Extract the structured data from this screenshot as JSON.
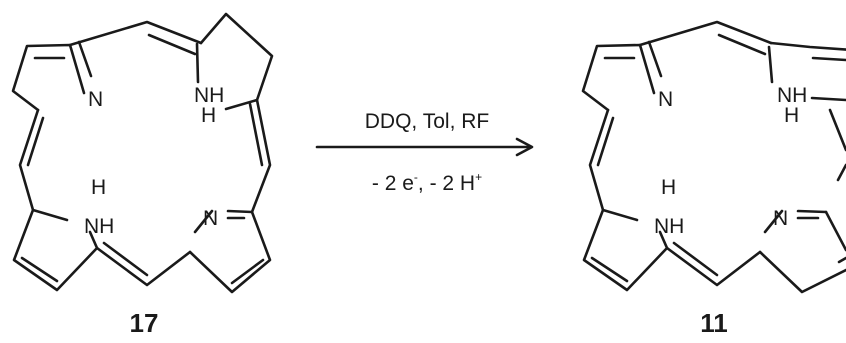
{
  "scheme": {
    "reactant": {
      "compound_number": "17",
      "atom_labels": [
        "N",
        "NH",
        "H",
        "NH",
        "H",
        "N"
      ]
    },
    "product": {
      "compound_number": "11",
      "atom_labels": [
        "N",
        "NH",
        "H",
        "NH",
        "H",
        "N"
      ]
    },
    "arrow": {
      "conditions_above": "DDQ, Tol, RF",
      "conditions_below": {
        "part1": "- 2 e",
        "sup1": "-",
        "part2": ", - 2 H",
        "sup2": "+"
      }
    }
  }
}
